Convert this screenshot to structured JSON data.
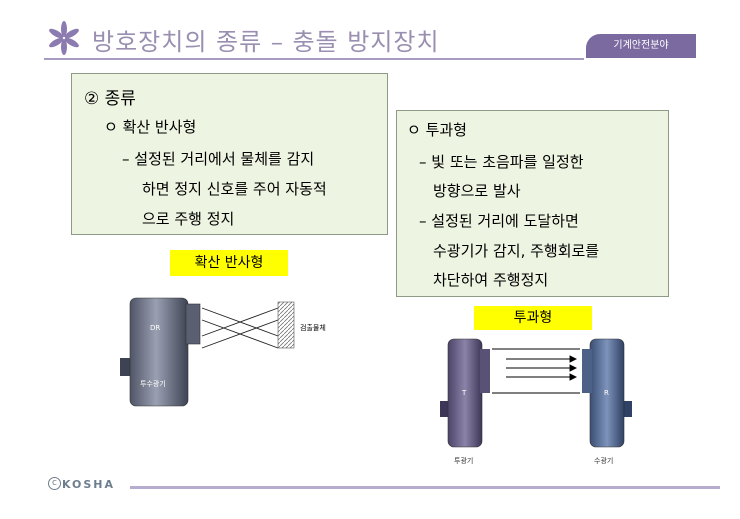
{
  "header": {
    "title": "방호장치의 종류 – 충돌 방지장치",
    "badge": "기계안전분야"
  },
  "box_left": {
    "heading": "② 종류",
    "item_title": "ㅇ 확산 반사형",
    "lines": [
      "– 설정된 거리에서 물체를 감지",
      "하면 정지 신호를 주어 자동적",
      "으로 주행 정지"
    ]
  },
  "box_right": {
    "item_title": "ㅇ 투과형",
    "lines": [
      "– 빛 또는 초음파를 일정한",
      "방향으로 발사",
      "– 설정된 거리에 도달하면",
      "수광기가 감지, 주행회로를",
      "차단하여 주행정지"
    ]
  },
  "labels": {
    "diffuse": "확산 반사형",
    "transmissive": "투과형"
  },
  "diagram_left": {
    "device_label": "DR",
    "device_sublabel": "투수광기",
    "target_label": "검출물체"
  },
  "diagram_right": {
    "emitter_label": "T",
    "receiver_label": "R",
    "emitter_caption": "투광기",
    "receiver_caption": "수광기"
  },
  "footer": {
    "logo_text": "KOSHA",
    "logo_mark": "c"
  },
  "colors": {
    "accent": "#7b6aa0",
    "box_bg": "#eef4e2",
    "highlight": "#ffff00"
  }
}
